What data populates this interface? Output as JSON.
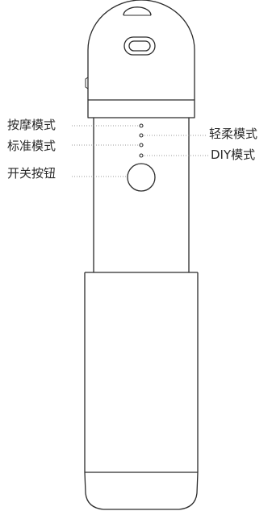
{
  "labels": {
    "massage_mode": "按摩模式",
    "standard_mode": "标准模式",
    "power_button": "开关按钮",
    "gentle_mode": "轻柔模式",
    "diy_mode": "DIY模式"
  },
  "colors": {
    "outline": "#2b2b2b",
    "leader": "#9a9a9a",
    "text": "#2a2a2a"
  }
}
